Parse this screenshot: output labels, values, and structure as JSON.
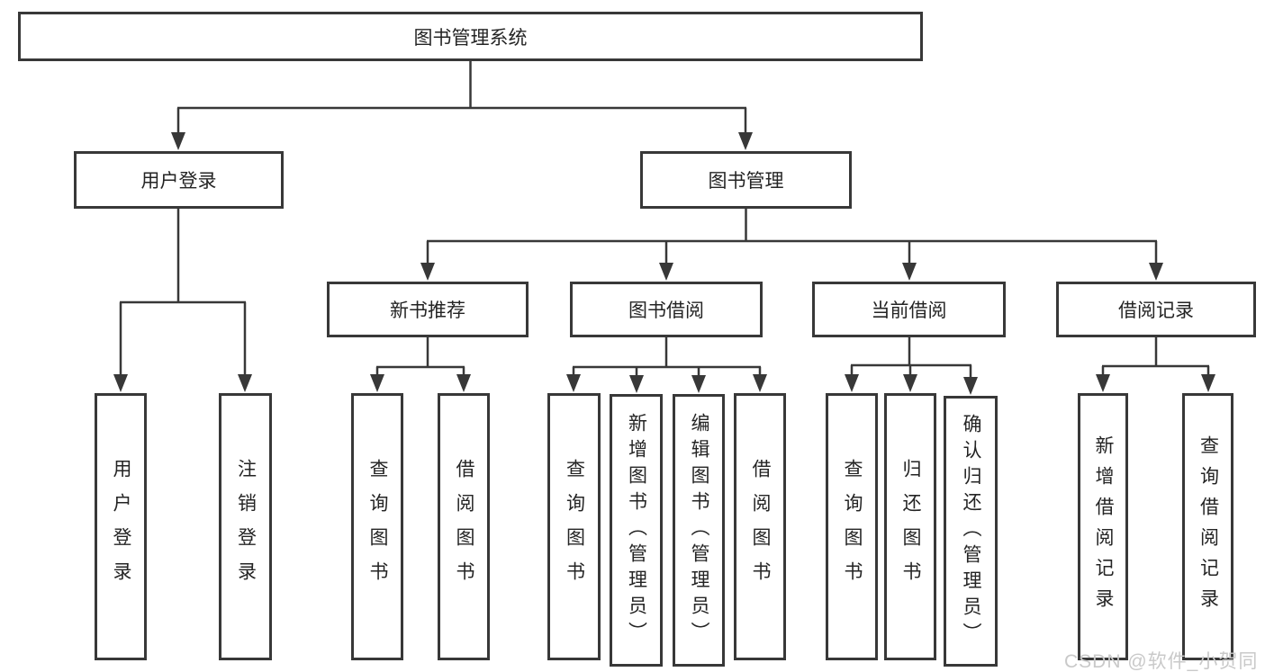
{
  "diagram": {
    "root": {
      "label": "图书管理系统"
    },
    "user_login": {
      "label": "用户登录",
      "children": [
        {
          "label": "用户登录"
        },
        {
          "label": "注销登录"
        }
      ]
    },
    "book_management": {
      "label": "图书管理",
      "sections": [
        {
          "label": "新书推荐",
          "children": [
            {
              "label": "查询图书"
            },
            {
              "label": "借阅图书"
            }
          ]
        },
        {
          "label": "图书借阅",
          "children": [
            {
              "label": "查询图书"
            },
            {
              "label": "新增图书（管理员）"
            },
            {
              "label": "编辑图书（管理员）"
            },
            {
              "label": "借阅图书"
            }
          ]
        },
        {
          "label": "当前借阅",
          "children": [
            {
              "label": "查询图书"
            },
            {
              "label": "归还图书"
            },
            {
              "label": "确认归还（管理员）"
            }
          ]
        },
        {
          "label": "借阅记录",
          "children": [
            {
              "label": "新增借阅记录"
            },
            {
              "label": "查询借阅记录"
            }
          ]
        }
      ]
    }
  },
  "watermark": "CSDN @软件_小贺同学",
  "colors": {
    "line": "#383838",
    "box_border": "#383838",
    "text": "#242424",
    "background": "#ffffff",
    "watermark": "#c9c9c9"
  }
}
